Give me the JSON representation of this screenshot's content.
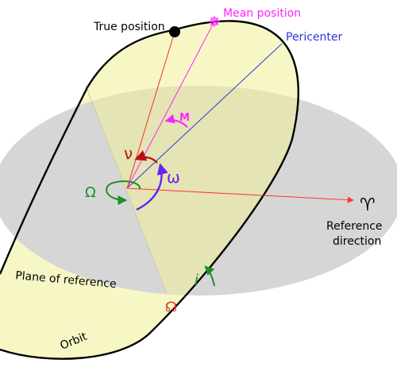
{
  "labels": {
    "true_position": "True position",
    "mean_position": "Mean position",
    "pericenter": "Pericenter",
    "mean_anomaly": "M",
    "true_anomaly": "ν",
    "argument_of_periapsis": "ω",
    "longitude_of_ascending_node": "Ω",
    "vernal_equinox": "♈",
    "reference_direction_line1": "Reference",
    "reference_direction_line2": "direction",
    "plane_of_reference": "Plane of reference",
    "inclination": "i",
    "ascending_node": "☊",
    "orbit": "Orbit"
  },
  "colors": {
    "plane_fill": "#d6d6d6",
    "orbit_fill": "#f7f7c6",
    "orbit_fill_overlap": "#e4e4b4",
    "orbit_stroke": "#000000",
    "true_anomaly": "#dd2222",
    "mean_anomaly": "#ff22ff",
    "pericenter": "#3333dd",
    "omega_arrow": "#6622ee",
    "ascending_node_arrow": "#1a8f2a",
    "reference_arrow": "#ff3333",
    "node_symbol": "#dd2222"
  }
}
